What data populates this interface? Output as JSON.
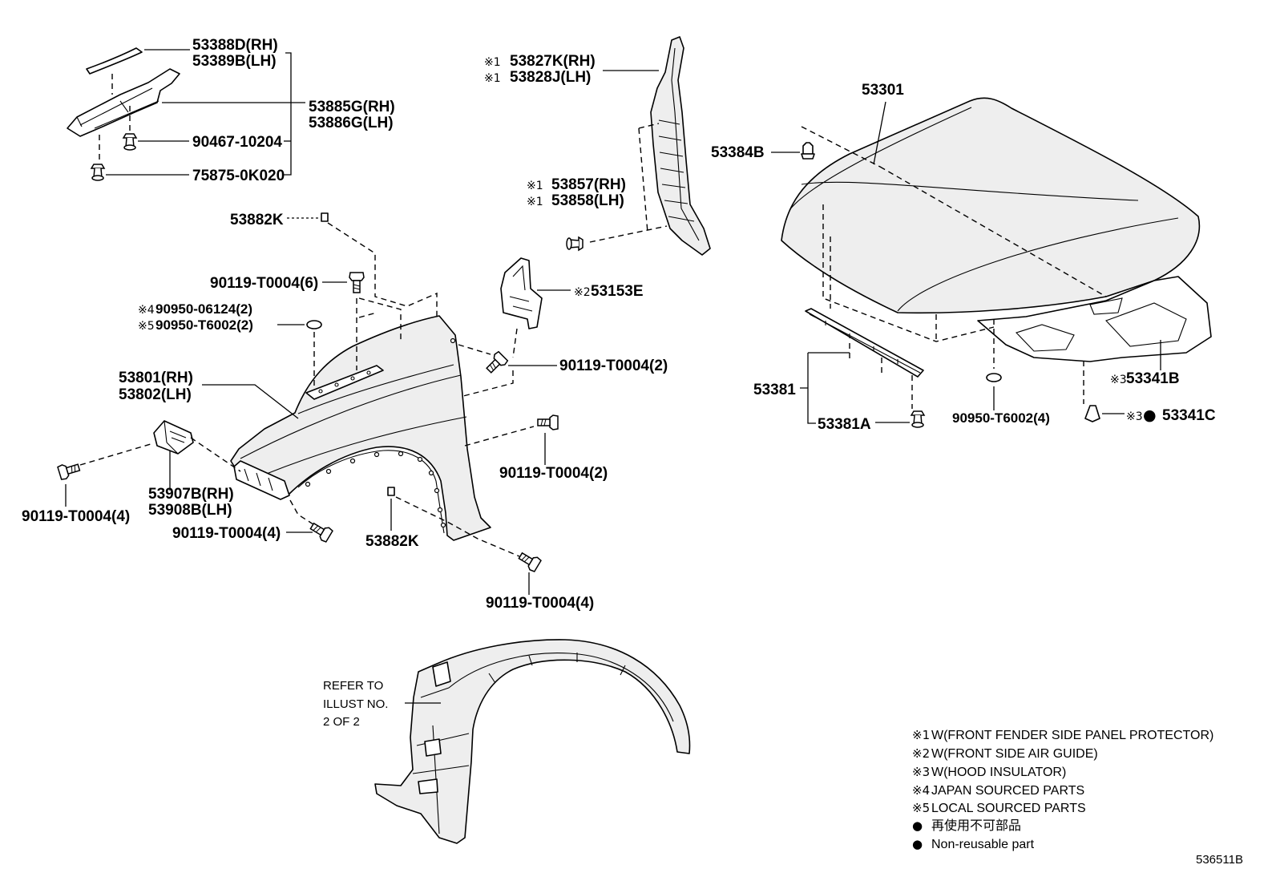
{
  "figure_code": "536511B",
  "callouts": {
    "cowl_seal": {
      "rh": "53388D(RH)",
      "lh": "53389B(LH)"
    },
    "cowl_side_panel": {
      "rh": "53885G(RH)",
      "lh": "53886G(LH)"
    },
    "clip_a": "90467-10204",
    "clip_b": "75875-0K020",
    "fender_seal_upper": "53882K",
    "fender_bolt_upper": "90119-T0004(6)",
    "washer_japan": {
      "mark": "※4",
      "part": "90950-06124(2)"
    },
    "washer_local": {
      "mark": "※5",
      "part": "90950-T6002(2)"
    },
    "front_fender": {
      "rh": "53801(RH)",
      "lh": "53802(LH)"
    },
    "fender_bracket": {
      "rh": "53907B(RH)",
      "lh": "53908B(LH)"
    },
    "bracket_bolt": "90119-T0004(4)",
    "fender_front_bolt": "90119-T0004(4)",
    "fender_seal_lower": "53882K",
    "fender_rear_bolt_lower": "90119-T0004(4)",
    "fender_rear_bolt_mid": "90119-T0004(2)",
    "fender_rear_bolt_upper": "90119-T0004(2)",
    "air_guide": {
      "mark": "※2",
      "part": "53153E"
    },
    "side_panel_protector": {
      "mark": "※1",
      "rh": "53827K(RH)",
      "lh": "53828J(LH)"
    },
    "protector_seal": {
      "mark": "※1",
      "rh": "53857(RH)",
      "lh": "53858(LH)"
    },
    "hood": "53301",
    "hood_cushion": "53384B",
    "hood_seal": "53381",
    "hood_seal_clip": "53381A",
    "insulator_washer": "90950-T6002(4)",
    "hood_insulator": {
      "mark": "※3",
      "part": "53341B"
    },
    "insulator_clip": {
      "mark": "※3",
      "bullet": "●",
      "part": "53341C"
    }
  },
  "refer_note": [
    "REFER TO",
    "ILLUST NO.",
    "2 OF 2"
  ],
  "legend": [
    {
      "mark": "※1",
      "text": "W(FRONT FENDER SIDE PANEL PROTECTOR)"
    },
    {
      "mark": "※2",
      "text": "W(FRONT SIDE AIR GUIDE)"
    },
    {
      "mark": "※3",
      "text": "W(HOOD INSULATOR)"
    },
    {
      "mark": "※4",
      "text": "JAPAN SOURCED PARTS"
    },
    {
      "mark": "※5",
      "text": "LOCAL SOURCED PARTS"
    },
    {
      "mark": "●",
      "text": "再使用不可部品"
    },
    {
      "mark": "●",
      "text": "Non-reusable part"
    }
  ]
}
